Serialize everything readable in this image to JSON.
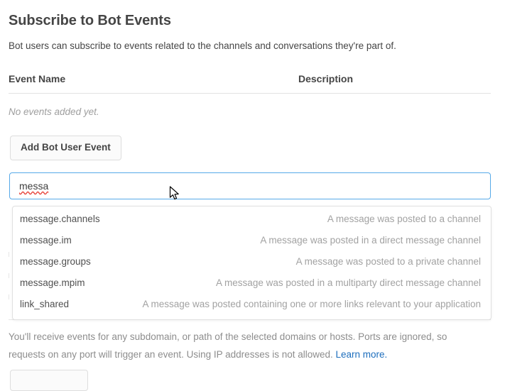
{
  "section": {
    "title": "Subscribe to Bot Events",
    "description": "Bot users can subscribe to events related to the channels and conversations they're part of."
  },
  "events_table": {
    "columns": {
      "event_name": "Event Name",
      "description": "Description"
    },
    "empty_message": "No events added yet.",
    "rows": []
  },
  "actions": {
    "add_bot_user_event": "Add Bot User Event"
  },
  "event_search": {
    "value": "messa",
    "placeholder": "",
    "spellcheck_error": true,
    "border_color": "#56a9e8"
  },
  "suggestions": [
    {
      "name": "message.channels",
      "description": "A message was posted to a channel"
    },
    {
      "name": "message.im",
      "description": "A message was posted in a direct message channel"
    },
    {
      "name": "message.groups",
      "description": "A message was posted to a private channel"
    },
    {
      "name": "message.mpim",
      "description": "A message was posted in a multiparty direct message channel"
    },
    {
      "name": "link_shared",
      "description": "A message was posted containing one or more links relevant to your application"
    }
  ],
  "helper": {
    "text": "You'll receive events for any subdomain, or path of the selected domains or hosts. Ports are ignored, so requests on any port will trigger an event. Using IP addresses is not allowed. ",
    "link_label": "Learn more.",
    "link_color": "#1d6ebd"
  },
  "colors": {
    "text_primary": "#454545",
    "text_muted": "#8d8d8d",
    "text_placeholder": "#a2a2a2",
    "accent": "#1d6ebd",
    "focus_border": "#56a9e8",
    "spellcheck_underline": "#e8453c",
    "divider": "#e6e6e6",
    "button_bg": "#fbfbfb",
    "button_border": "#dddddd"
  }
}
